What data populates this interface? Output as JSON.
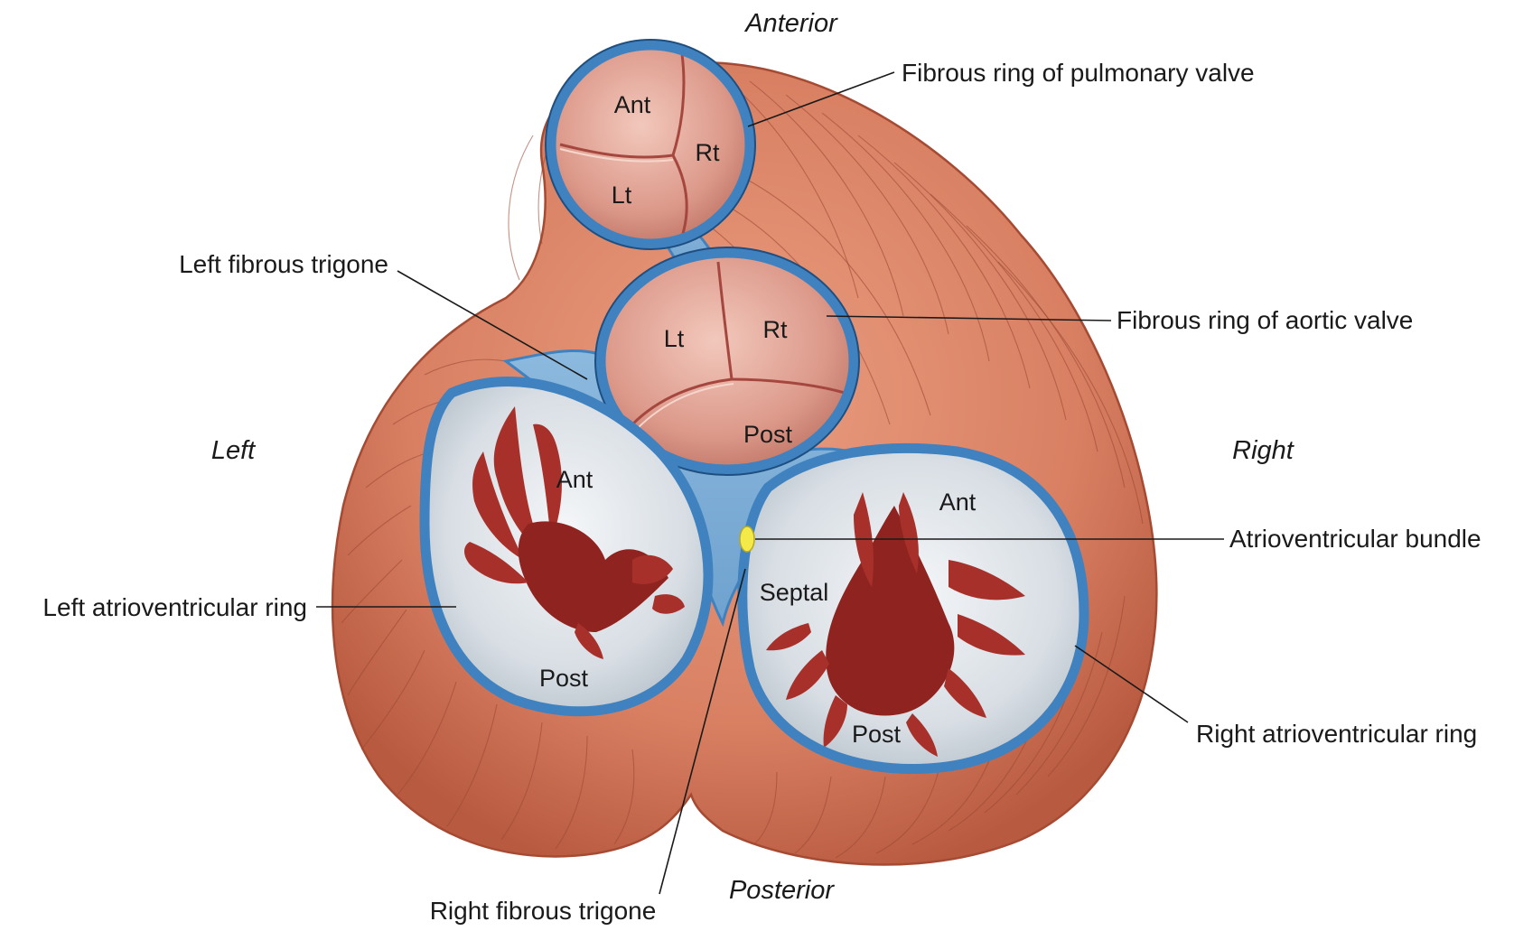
{
  "orientation": {
    "anterior": "Anterior",
    "posterior": "Posterior",
    "left": "Left",
    "right": "Right"
  },
  "labels": {
    "pulmonary_ring": "Fibrous ring of pulmonary valve",
    "aortic_ring": "Fibrous ring of aortic valve",
    "left_trigone": "Left fibrous trigone",
    "av_bundle": "Atrioventricular bundle",
    "left_av_ring": "Left atrioventricular ring",
    "right_av_ring": "Right atrioventricular ring",
    "right_trigone": "Right fibrous trigone"
  },
  "cusps": {
    "pulmonary": {
      "ant": "Ant",
      "rt": "Rt",
      "lt": "Lt"
    },
    "aortic": {
      "lt": "Lt",
      "rt": "Rt",
      "post": "Post"
    },
    "mitral": {
      "ant": "Ant",
      "post": "Post"
    },
    "tricuspid": {
      "ant": "Ant",
      "septal": "Septal",
      "post": "Post"
    }
  },
  "colors": {
    "muscle": "#d9866a",
    "fibrous_ring": "#3f82bf",
    "cusp": "#e2a395",
    "leaflet": "#a8302a",
    "orifice": "#dfe5ea",
    "av_bundle": "#f3ea4a"
  }
}
